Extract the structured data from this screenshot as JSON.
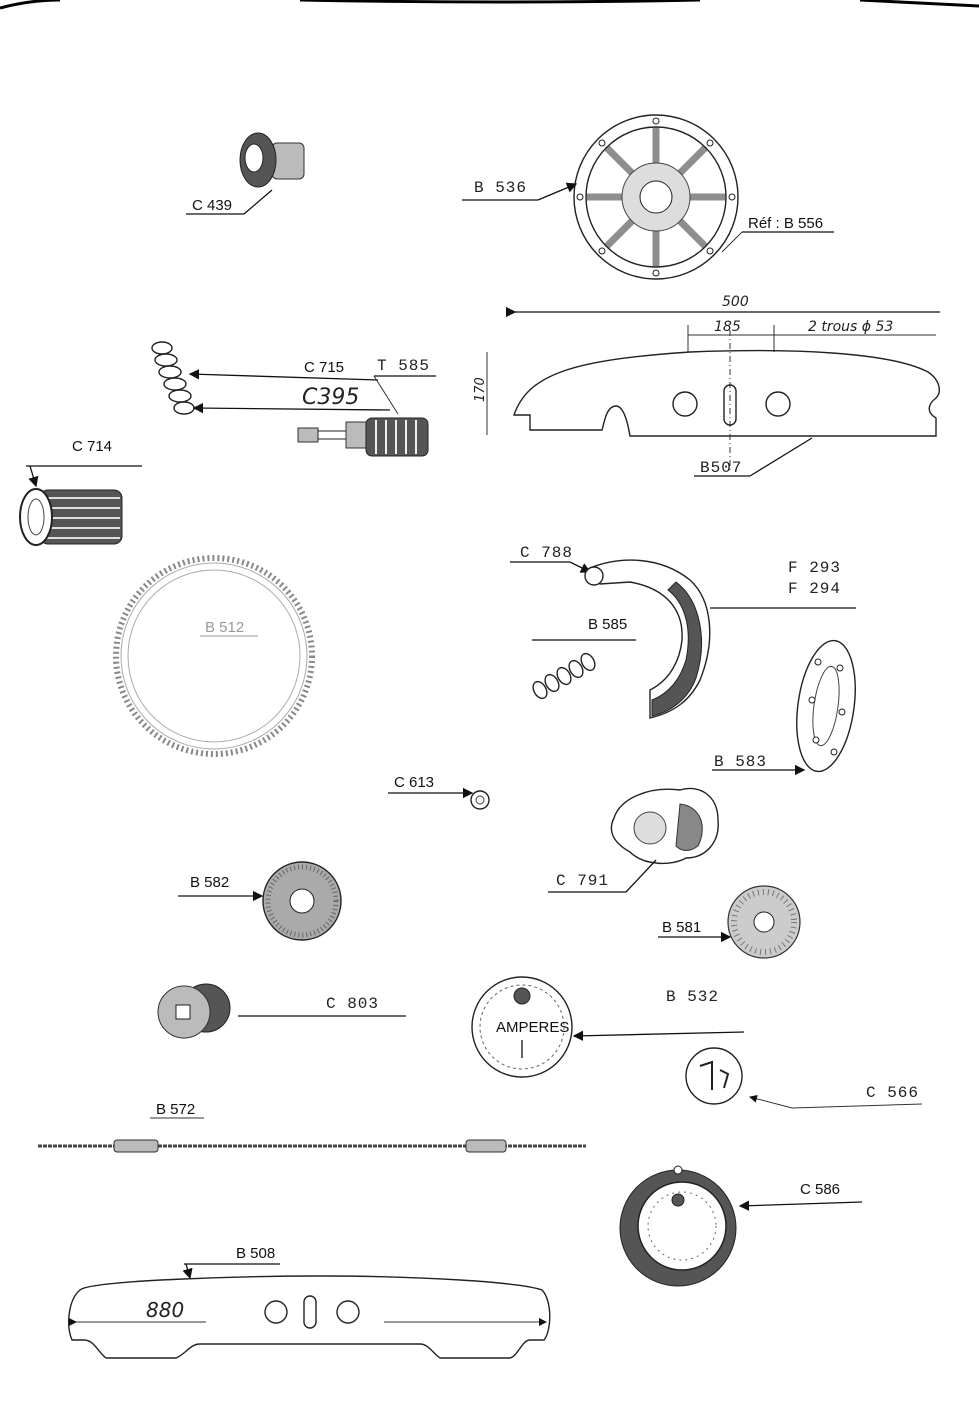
{
  "labels": {
    "c439": "C 439",
    "b536": "B 536",
    "ref_b556": "Réf : B 556",
    "dim_500": "500",
    "dim_185": "185",
    "holes_note": "2 trous ϕ 53",
    "dim_170": "170",
    "b507": "B507",
    "c715": "C 715",
    "t585": "T 585",
    "c395": "C395",
    "c714": "C 714",
    "c788": "C 788",
    "f293": "F 293",
    "f294": "F 294",
    "b585": "B 585",
    "b512": "B 512",
    "b583": "B 583",
    "c613": "C 613",
    "c791": "C 791",
    "b582": "B 582",
    "b581": "B 581",
    "c803": "C 803",
    "b532": "B 532",
    "amperes": "AMPERES",
    "c566": "C 566",
    "b572": "B 572",
    "c586": "C 586",
    "b508": "B 508",
    "dim_880": "880"
  },
  "colors": {
    "ink": "#111111",
    "paper": "#ffffff",
    "shading": "#555555"
  }
}
